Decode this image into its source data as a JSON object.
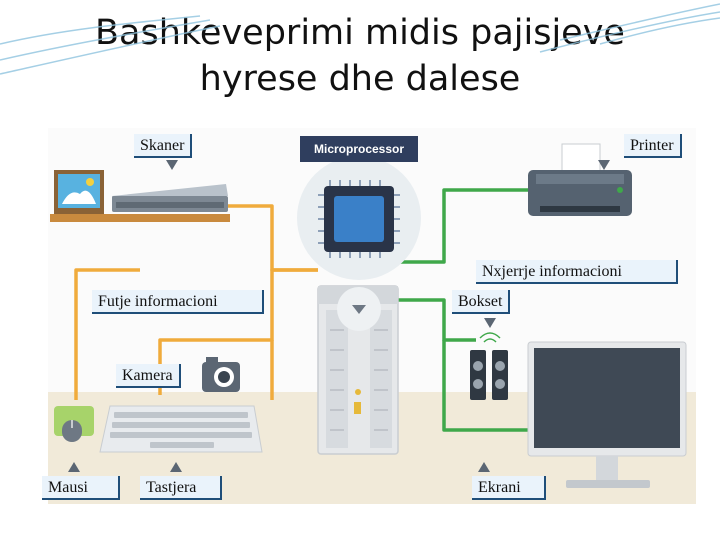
{
  "slide": {
    "title_line1": "Bashkeveprimi midis pajisjeve",
    "title_line2": "hyrese dhe dalese"
  },
  "diagram": {
    "center_label": "Microprocessor",
    "labels": {
      "scanner": "Skaner",
      "printer": "Printer",
      "output_info": "Nxjerrje informacioni",
      "input_info": "Futje informacioni",
      "speakers": "Bokset",
      "camera": "Kamera",
      "mouse": "Mausi",
      "keyboard": "Tastjera",
      "screen": "Ekrani"
    },
    "colors": {
      "input_line": "#f0ab3c",
      "output_line": "#3fa84a",
      "microprocessor_tag": "#2f3e5e",
      "chip": "#3a80c8",
      "label_border": "#1f4e79"
    },
    "icons": [
      "scanner-icon",
      "printer-icon",
      "chip-icon",
      "tower-icon",
      "camera-icon",
      "mouse-icon",
      "keyboard-icon",
      "speakers-icon",
      "monitor-icon"
    ]
  }
}
